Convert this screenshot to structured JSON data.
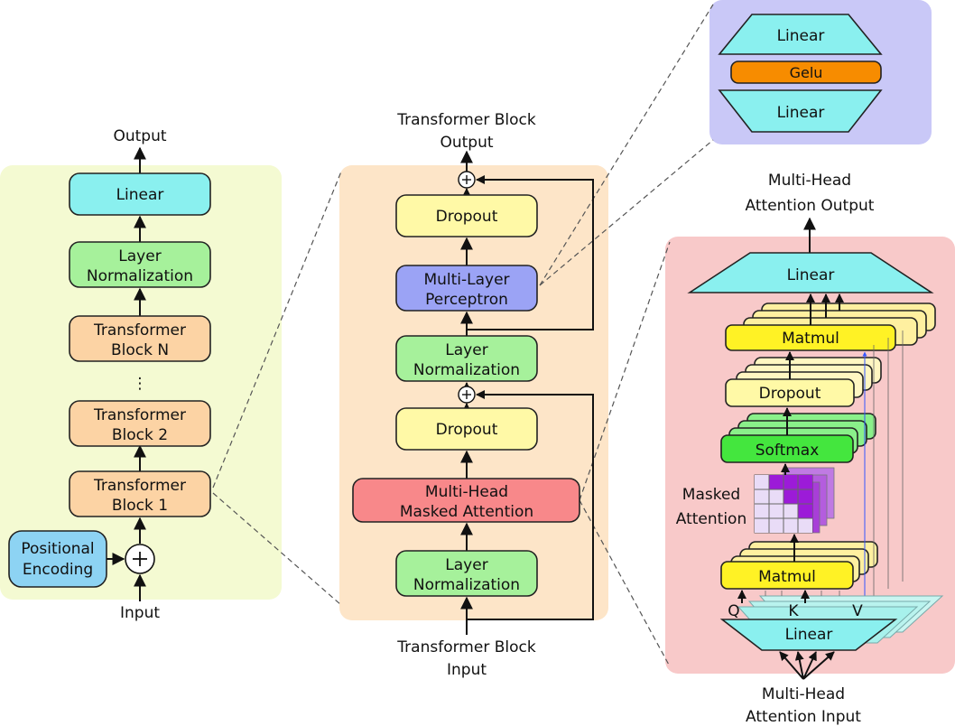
{
  "left_column": {
    "output_label": "Output",
    "input_label": "Input",
    "linear": "Linear",
    "layer_norm_1": "Layer",
    "layer_norm_2": "Normalization",
    "block_n_1": "Transformer",
    "block_n_2": "Block N",
    "ellipsis": "⋮",
    "block_2_1": "Transformer",
    "block_2_2": "Block 2",
    "block_1_1": "Transformer",
    "block_1_2": "Block 1",
    "pos_enc_1": "Positional",
    "pos_enc_2": "Encoding"
  },
  "transformer_block": {
    "output_label_1": "Transformer Block",
    "output_label_2": "Output",
    "input_label_1": "Transformer Block",
    "input_label_2": "Input",
    "dropout_top": "Dropout",
    "mlp_1": "Multi-Layer",
    "mlp_2": "Perceptron",
    "norm_top_1": "Layer",
    "norm_top_2": "Normalization",
    "dropout_bottom": "Dropout",
    "mha_1": "Multi-Head",
    "mha_2": "Masked Attention",
    "norm_bottom_1": "Layer",
    "norm_bottom_2": "Normalization"
  },
  "mlp_detail": {
    "linear_top": "Linear",
    "gelu": "Gelu",
    "linear_bottom": "Linear"
  },
  "attention_detail": {
    "output_label_1": "Multi-Head",
    "output_label_2": "Attention Output",
    "input_label_1": "Multi-Head",
    "input_label_2": "Attention Input",
    "linear_top": "Linear",
    "matmul_top": "Matmul",
    "dropout": "Dropout",
    "softmax": "Softmax",
    "masked_1": "Masked",
    "masked_2": "Attention",
    "matmul_bottom": "Matmul",
    "linear_bottom": "Linear",
    "q": "Q",
    "k": "K",
    "v": "V"
  },
  "colors": {
    "yellow_green_panel": "#f4fad2",
    "peach_panel": "#fde5c8",
    "lavender_panel": "#c9c8f7",
    "pink_panel": "#f8c9c9",
    "cyan": "#8af0ef",
    "green": "#a6f19b",
    "peach_box": "#fcd3a4",
    "light_yellow": "#fff9a6",
    "blue_purple": "#9ba3f5",
    "salmon": "#f8888a",
    "blue": "#8dd3f3",
    "orange": "#f78c00",
    "bright_yellow": "#fff225",
    "bright_green": "#44e63e",
    "purple": "#9c1bd8"
  }
}
